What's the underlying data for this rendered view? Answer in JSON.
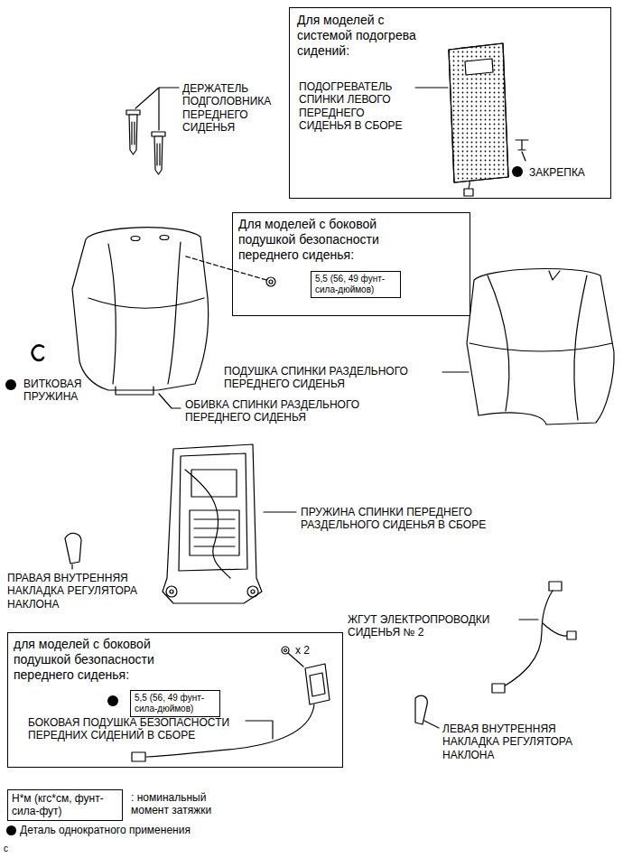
{
  "diagram": {
    "nodes": [
      {
        "text": [
          "Для моделей с системой подогрева сидений:",
          "ПОДОГРЕВАТЕЛЬ СПИНКИ ЛЕВОГО ПЕРЕДНЕГО СИДЕНЬЯ В СБОРЕ",
          "ЗАКРЕПКА"
        ]
      },
      {
        "text": [
          "Для моделей с боковой подушкой безопасности переднего сиденья:"
        ]
      },
      {
        "text": [
          "5,5 (56, 49 фунт-сила-дюймов)"
        ],
        "in": 1
      },
      {
        "text": [
          "для моделей с боковой подушкой безопасности переднего сиденья:",
          "x 2",
          "БОКОВАЯ ПОДУШКА БЕЗОПАСНОСТИ ПЕРЕДНИХ СИДЕНИЙ В СБОРЕ"
        ]
      },
      {
        "text": [
          "5,5 (56, 49 фунт-сила-дюймов)"
        ],
        "in": 3
      },
      {
        "text": [
          "Н*м (кгс*см, фунт-сила-фут)"
        ]
      }
    ],
    "labels": [
      "ДЕРЖАТЕЛЬ ПОДГОЛОВНИКА ПЕРЕДНЕГО СИДЕНЬЯ",
      "ВИТКОВАЯ ПРУЖИНА",
      "ПОДУШКА СПИНКИ РАЗДЕЛЬНОГО ПЕРЕДНЕГО СИДЕНЬЯ",
      "ОБИВКА СПИНКИ РАЗДЕЛЬНОГО ПЕРЕДНЕГО СИДЕНЬЯ",
      "ПРУЖИНА СПИНКИ ПЕРЕДНЕГО РАЗДЕЛЬНОГО СИДЕНЬЯ В СБОРЕ",
      "ПРАВАЯ ВНУТРЕННЯЯ НАКЛАДКА РЕГУЛЯТОРА НАКЛОНА",
      "ЖГУТ ЭЛЕКТРОПРОВОДКИ СИДЕНЬЯ № 2",
      "ЛЕВАЯ ВНУТРЕННЯЯ НАКЛАДКА РЕГУЛЯТОРА НАКЛОНА",
      ": номинальный момент затяжки",
      "c"
    ],
    "legend": [
      {
        "text": "Деталь однократного применения"
      }
    ]
  }
}
